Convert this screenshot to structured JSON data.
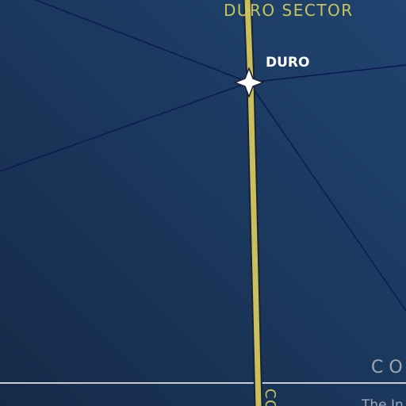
{
  "map": {
    "sector_label": "DURO SECTOR",
    "planet_label": "DURO",
    "region_label": "CO",
    "route_label": "CO",
    "sub_label": "The In",
    "colors": {
      "background_dark": "#162a48",
      "background_light": "#1f4470",
      "hyperspace_route": "#c9bf5e",
      "minor_lanes": "#0c1a55",
      "sector_text": "#c8c45a",
      "planet_text": "#ffffff",
      "region_text": "#9fa7b3",
      "border_line": "#c8ccd2"
    },
    "icons": {
      "planet_marker": "four-point-star-icon"
    }
  }
}
